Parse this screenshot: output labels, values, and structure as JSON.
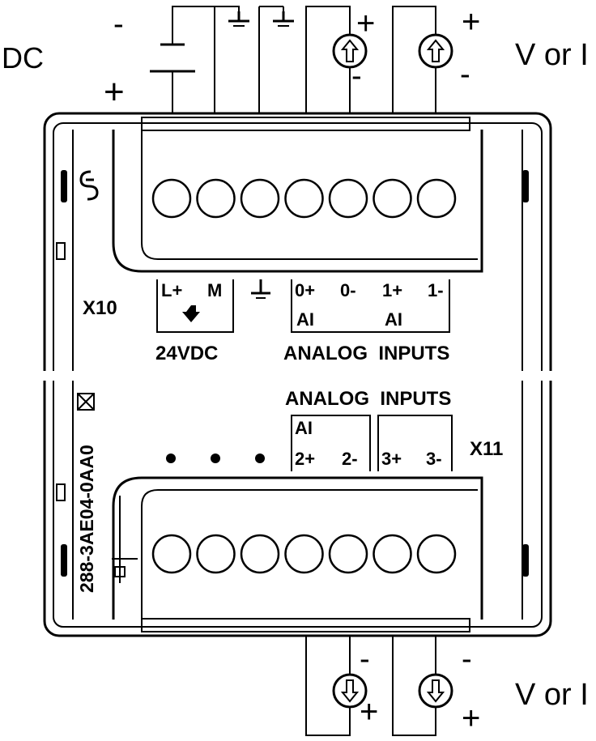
{
  "supply": {
    "label": "DC",
    "minus_sign": "-",
    "plus_sign": "+"
  },
  "top_sources": {
    "polarity": [
      {
        "plus": "+",
        "minus": "-"
      },
      {
        "plus": "+",
        "minus": "-"
      }
    ],
    "signal_type": "V or I"
  },
  "bottom_sources": {
    "polarity": [
      {
        "plus": "+",
        "minus": "-"
      },
      {
        "plus": "+",
        "minus": "-"
      }
    ],
    "signal_type": "V or I"
  },
  "connector_x10": {
    "name": "X10",
    "lplus": "L+",
    "m": "M",
    "voltage": "24VDC",
    "ch0_plus": "0+",
    "ch0_minus": "0-",
    "ch1_plus": "1+",
    "ch1_minus": "1-",
    "ai_a": "AI",
    "ai_b": "AI",
    "group_label": "ANALOG  INPUTS"
  },
  "connector_x11": {
    "name": "X11",
    "group_label": "ANALOG  INPUTS",
    "ai": "AI",
    "ch2_plus": "2+",
    "ch2_minus": "2-",
    "ch3_plus": "3+",
    "ch3_minus": "3-"
  },
  "module": {
    "part_number": "288-3AE04-0AA0"
  },
  "terminals": {
    "top_count": 7,
    "bottom_count": 7
  }
}
